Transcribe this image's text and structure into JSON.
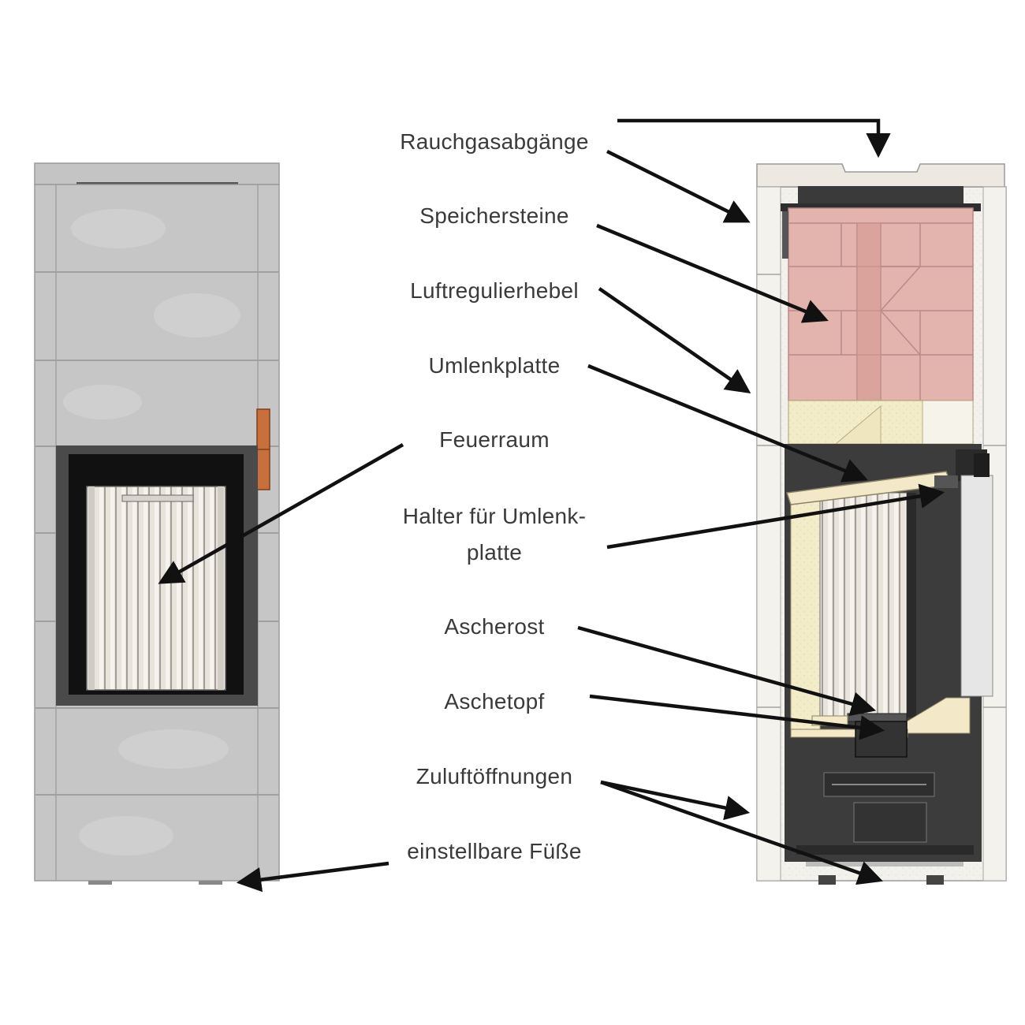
{
  "labels": {
    "rauchgas": "Rauchgasabgänge",
    "speicher": "Speichersteine",
    "luft": "Luftregulierhebel",
    "umlenk": "Umlenkplatte",
    "feuer": "Feuerraum",
    "halter_1": "Halter für Umlenk-",
    "halter_2": "platte",
    "ascherost": "Ascherost",
    "aschetopf": "Aschetopf",
    "zuluft": "Zuluftöffnungen",
    "fuesse": "einstellbare Füße"
  },
  "colors": {
    "stone": "#c9c9c9",
    "stone_dark": "#b2b2b2",
    "copper": "#c8703c",
    "storage_brick": "#e3b3ad",
    "brick_line": "#b98a86",
    "insulation": "#efeee9",
    "insulation_top": "#ede9e0",
    "yellow_insulation": "#f2eeb8",
    "firebrick": "#f3e9c8",
    "steel": "#3c3c3c",
    "steel_dark": "#2a2a2a",
    "arrow": "#111111",
    "label": "#3a3a3a"
  }
}
